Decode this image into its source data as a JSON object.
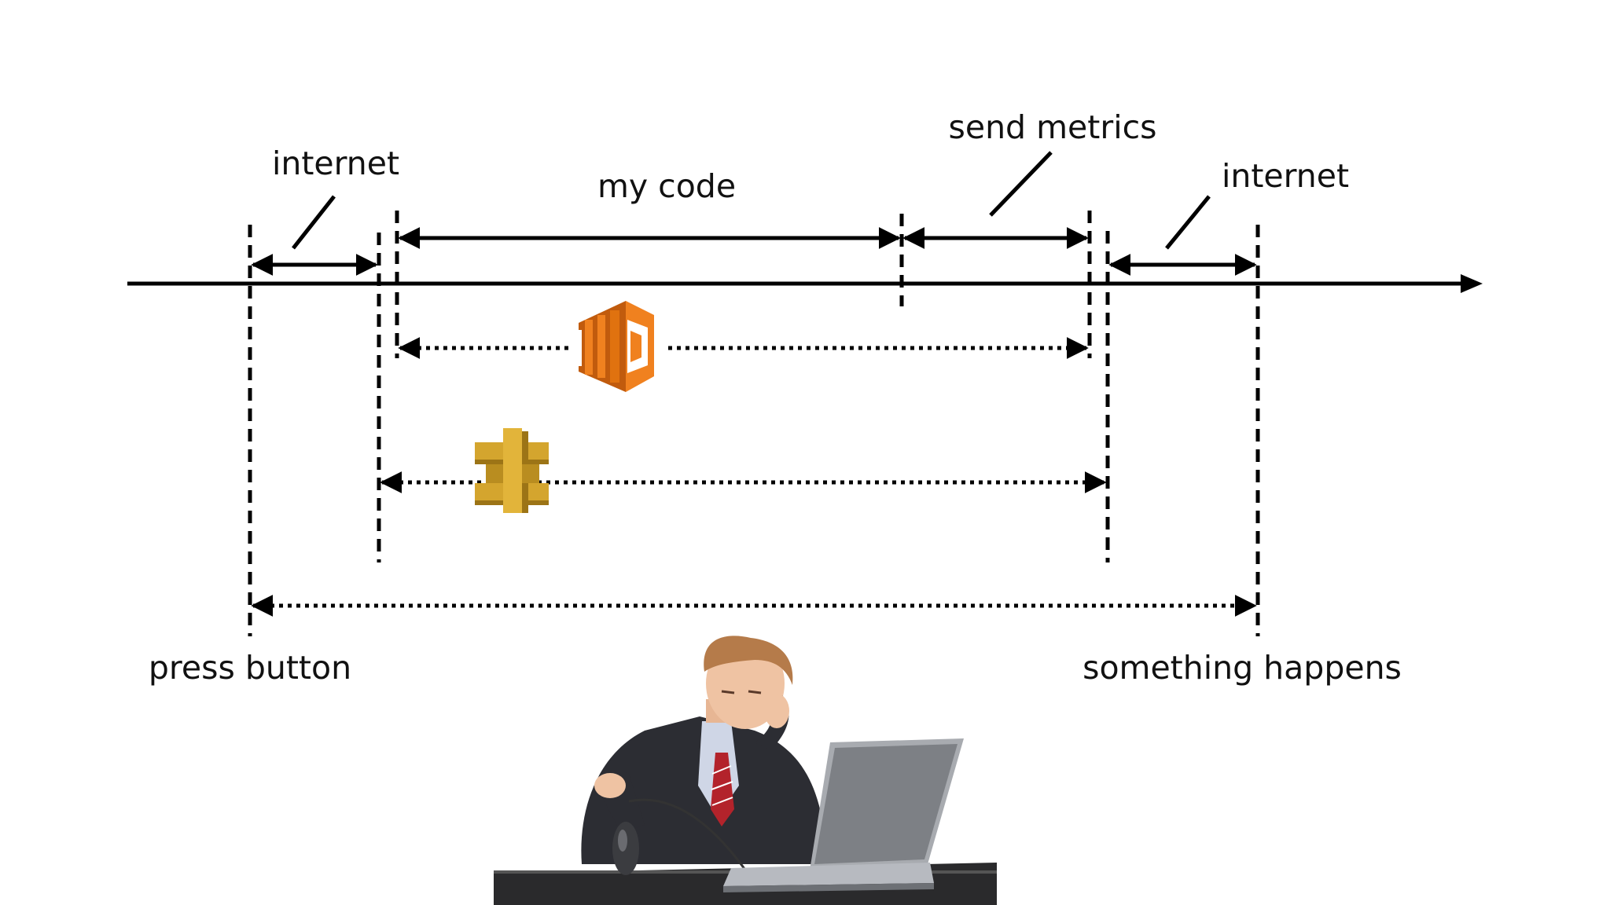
{
  "labels": {
    "internet_left": "internet",
    "my_code": "my code",
    "send_metrics": "send metrics",
    "internet_right": "internet",
    "press_button": "press button",
    "something_happens": "something happens"
  },
  "icons": {
    "lambda": "aws-lambda-icon",
    "api_gateway": "aws-api-gateway-icon"
  },
  "illustration": {
    "subject": "man-at-laptop"
  },
  "colors": {
    "line": "#000000",
    "lambda_orange": "#f0811f",
    "lambda_dark": "#c15b0d",
    "api_gold": "#d4a52e",
    "api_dark": "#9c7416"
  }
}
